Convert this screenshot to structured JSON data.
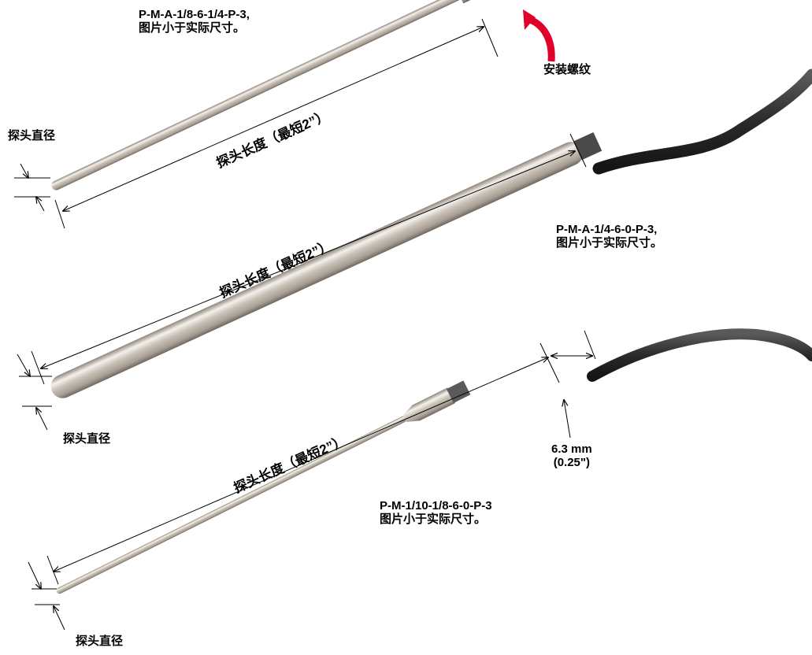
{
  "probes": [
    {
      "model": "P-M-A-1/8-6-1/4-P-3,",
      "note": "图片小于实际尺寸。",
      "length_label": "探头长度（最短2”）",
      "diameter_label": "探头直径",
      "thread_label": "安装螺纹"
    },
    {
      "model": "P-M-A-1/4-6-0-P-3,",
      "note": "图片小于实际尺寸。",
      "length_label": "探头长度（最短2”）",
      "diameter_label": "探头直径"
    },
    {
      "model": "P-M-1/10-1/8-6-0-P-3",
      "note": "图片小于实际尺寸。",
      "length_label": "探头长度（最短2”）",
      "diameter_label": "探头直径",
      "transition_dimension": "6.3 mm",
      "transition_dimension_in": "(0.25\")"
    }
  ],
  "colors": {
    "steel_light": "#f2eee8",
    "steel_mid": "#c8c0b6",
    "steel_dark": "#8e857a",
    "cable": "#3a3a3a",
    "arrow_red": "#e0002a"
  }
}
